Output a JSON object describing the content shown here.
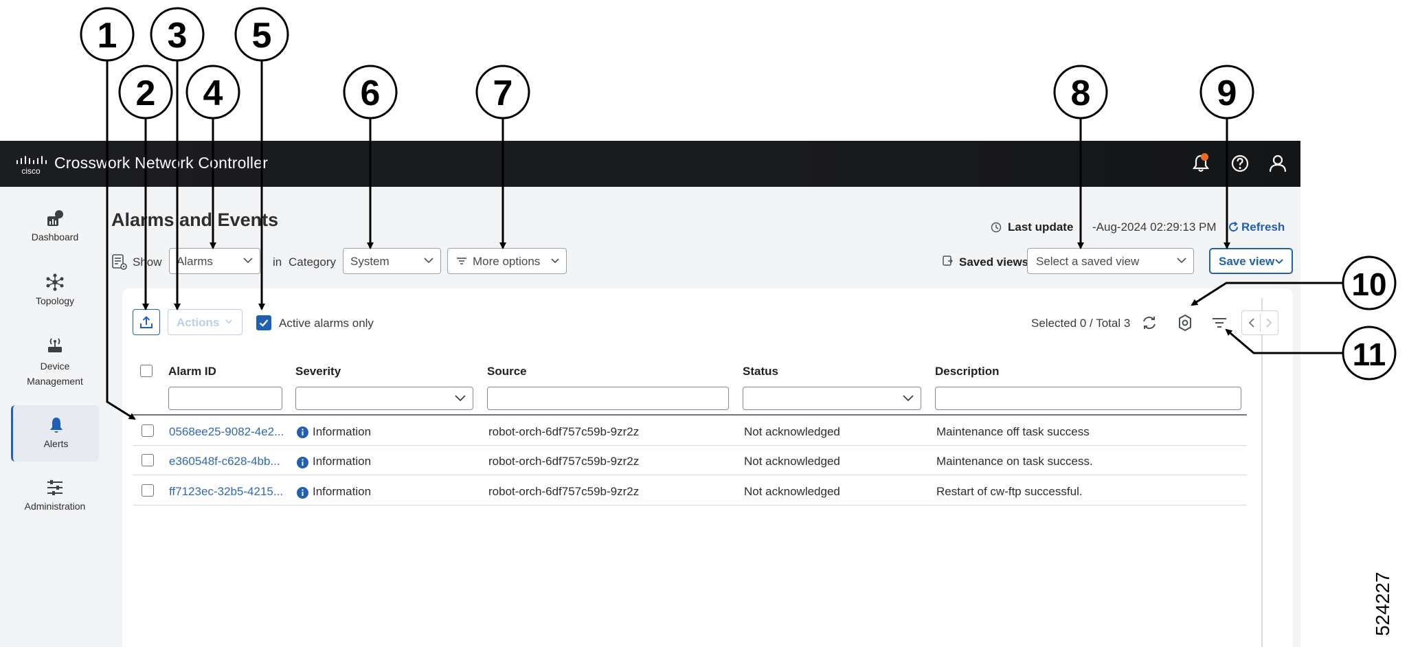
{
  "app": {
    "title": "Crosswork Network Controller",
    "logo_text": "cisco"
  },
  "header_icons": [
    "bell-icon",
    "help-icon",
    "user-icon"
  ],
  "sidebar": {
    "items": [
      {
        "label": "Dashboard",
        "icon": "dashboard-icon"
      },
      {
        "label": "Topology",
        "icon": "topology-icon"
      },
      {
        "label_line1": "Device",
        "label_line2": "Management",
        "icon": "device-icon"
      },
      {
        "label": "Alerts",
        "icon": "bell-icon",
        "active": true
      },
      {
        "label": "Administration",
        "icon": "sliders-icon"
      }
    ]
  },
  "page": {
    "title": "Alarms and Events"
  },
  "controls": {
    "show_label": "Show",
    "show_value": "Alarms",
    "in_label": "in",
    "category_label": "Category",
    "category_value": "System",
    "more_options": "More options",
    "last_update_label": "Last update",
    "last_update_value": "-Aug-2024 02:29:13 PM",
    "refresh": "Refresh",
    "saved_views_label": "Saved views",
    "saved_view_placeholder": "Select a saved view",
    "save_view": "Save view"
  },
  "toolbar": {
    "actions": "Actions",
    "active_alarms_only": "Active alarms only",
    "active_alarms_checked": true,
    "selection_summary": "Selected 0 / Total 3"
  },
  "table": {
    "columns": [
      "Alarm ID",
      "Severity",
      "Source",
      "Status",
      "Description"
    ],
    "rows": [
      {
        "alarm_id": "0568ee25-9082-4e2...",
        "severity": "Information",
        "source": "robot-orch-6df757c59b-9zr2z",
        "status": "Not acknowledged",
        "description": "Maintenance off task success"
      },
      {
        "alarm_id": "e360548f-c628-4bb...",
        "severity": "Information",
        "source": "robot-orch-6df757c59b-9zr2z",
        "status": "Not acknowledged",
        "description": "Maintenance on task success."
      },
      {
        "alarm_id": "ff7123ec-32b5-4215...",
        "severity": "Information",
        "source": "robot-orch-6df757c59b-9zr2z",
        "status": "Not acknowledged",
        "description": "Restart of cw-ftp successful."
      }
    ]
  },
  "callouts": [
    "1",
    "2",
    "3",
    "4",
    "5",
    "6",
    "7",
    "8",
    "9",
    "10",
    "11"
  ],
  "figure_id": "524227",
  "colors": {
    "accent": "#1f5fb5",
    "header_bg": "#1c1d20",
    "notification": "#f06a22",
    "link": "#2f68b8"
  }
}
